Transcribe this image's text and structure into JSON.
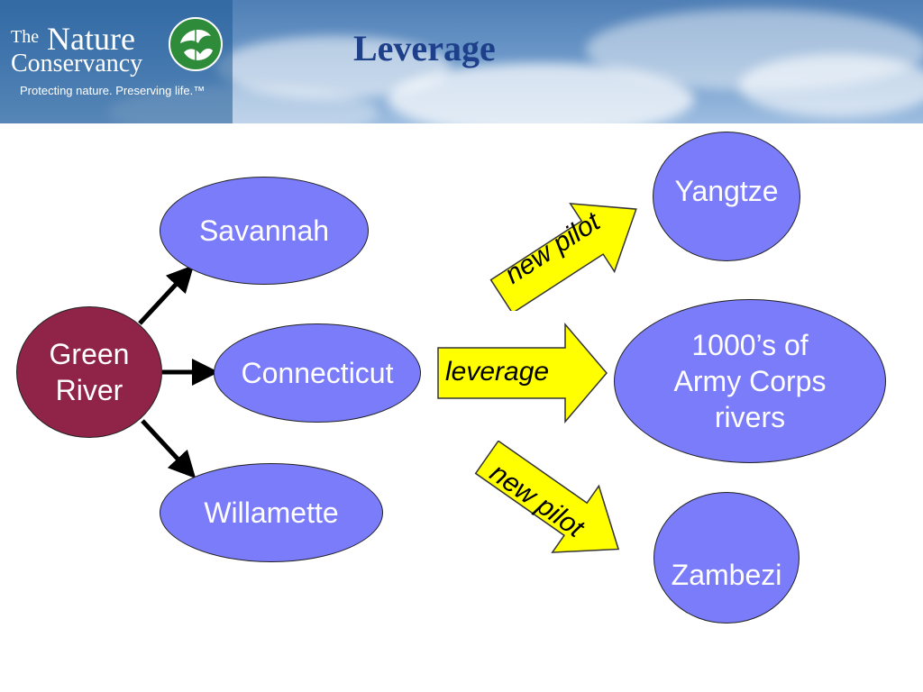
{
  "header": {
    "logo": {
      "the": "The",
      "nature": "Nature",
      "conservancy": "Conservancy",
      "tagline": "Protecting nature. Preserving life.™"
    },
    "title": "Leverage"
  },
  "diagram": {
    "source_node": {
      "line1": "Green",
      "line2": "River"
    },
    "middle_nodes": [
      "Savannah",
      "Connecticut",
      "Willamette"
    ],
    "arrows": [
      {
        "label": "new pilot"
      },
      {
        "label": "leverage"
      },
      {
        "label": "new pilot"
      }
    ],
    "target_nodes": {
      "top": "Yangtze",
      "middle": {
        "line1": "1000’s of",
        "line2": "Army Corps",
        "line3": "rivers"
      },
      "bottom": "Zambezi"
    }
  },
  "colors": {
    "node_blue": "#7b7cfa",
    "node_green_river": "#8f2448",
    "arrow_fill": "#ffff00",
    "title_color": "#1e3f8a"
  }
}
